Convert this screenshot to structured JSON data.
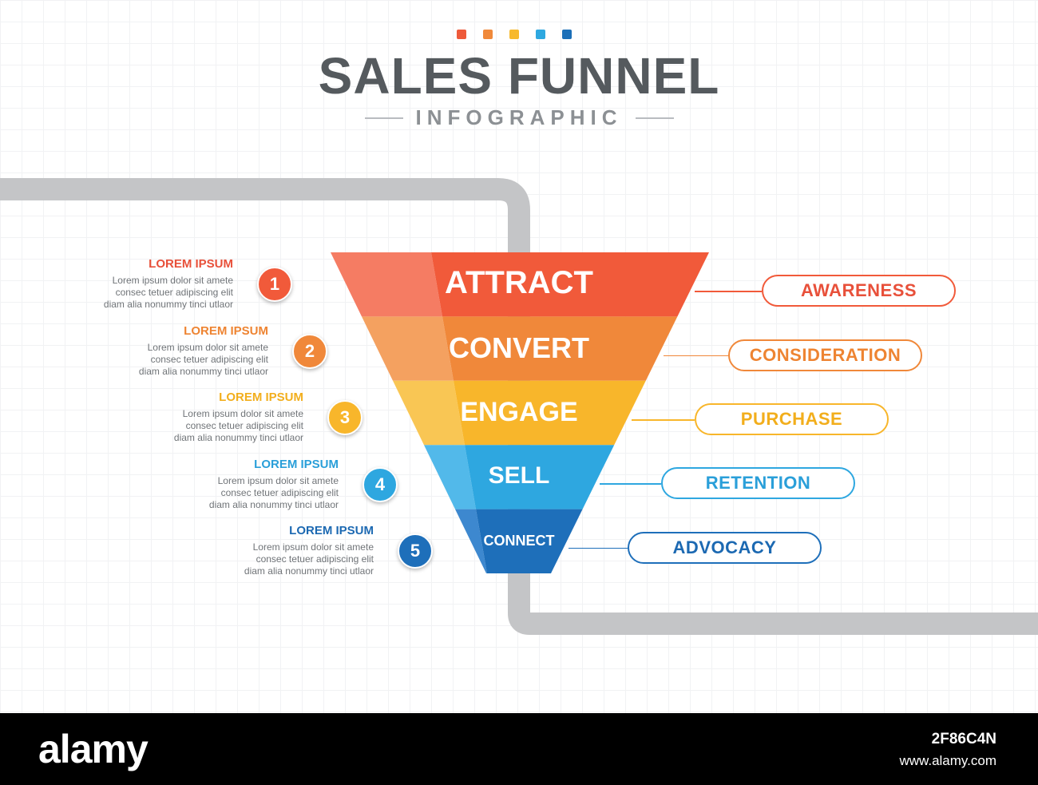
{
  "header": {
    "title": "SALES FUNNEL",
    "subtitle": "INFOGRAPHIC",
    "accent_dots": [
      "#ee5a3a",
      "#f0893a",
      "#f7b92d",
      "#2ea8e0",
      "#1b6fb8"
    ]
  },
  "stages": [
    {
      "number": "1",
      "label": "ATTRACT",
      "pill": "AWARENESS",
      "desc_title": "LOREM IPSUM",
      "desc_lines": [
        "Lorem ipsum dolor sit amete",
        "consec tetuer adipiscing elit",
        "diam alia nonummy tinci utlaor"
      ],
      "color": "#f15a3a",
      "light": "#f57c63",
      "text_color": "#e8503a"
    },
    {
      "number": "2",
      "label": "CONVERT",
      "pill": "CONSIDERATION",
      "desc_title": "LOREM IPSUM",
      "desc_lines": [
        "Lorem ipsum dolor sit amete",
        "consec tetuer adipiscing elit",
        "diam alia nonummy tinci utlaor"
      ],
      "color": "#f0883a",
      "light": "#f4a160",
      "text_color": "#ee8432"
    },
    {
      "number": "3",
      "label": "ENGAGE",
      "pill": "PURCHASE",
      "desc_title": "LOREM IPSUM",
      "desc_lines": [
        "Lorem ipsum dolor sit amete",
        "consec tetuer adipiscing elit",
        "diam alia nonummy tinci utlaor"
      ],
      "color": "#f8b62b",
      "light": "#f9c654",
      "text_color": "#f2ae1c"
    },
    {
      "number": "4",
      "label": "SELL",
      "pill": "RETENTION",
      "desc_title": "LOREM IPSUM",
      "desc_lines": [
        "Lorem ipsum dolor sit amete",
        "consec tetuer adipiscing elit",
        "diam alia nonummy tinci utlaor"
      ],
      "color": "#2ea7e0",
      "light": "#52b9ea",
      "text_color": "#2a9fd9"
    },
    {
      "number": "5",
      "label": "CONNECT",
      "pill": "ADVOCACY",
      "desc_title": "LOREM IPSUM",
      "desc_lines": [
        "Lorem ipsum dolor sit amete",
        "consec tetuer adipiscing elit",
        "diam alia nonummy tinci utlaor"
      ],
      "color": "#1e6fba",
      "light": "#3d88cf",
      "text_color": "#1c69b2"
    }
  ],
  "footer": {
    "wordmark": "alamy",
    "image_id": "2F86C4N",
    "url": "www.alamy.com"
  }
}
